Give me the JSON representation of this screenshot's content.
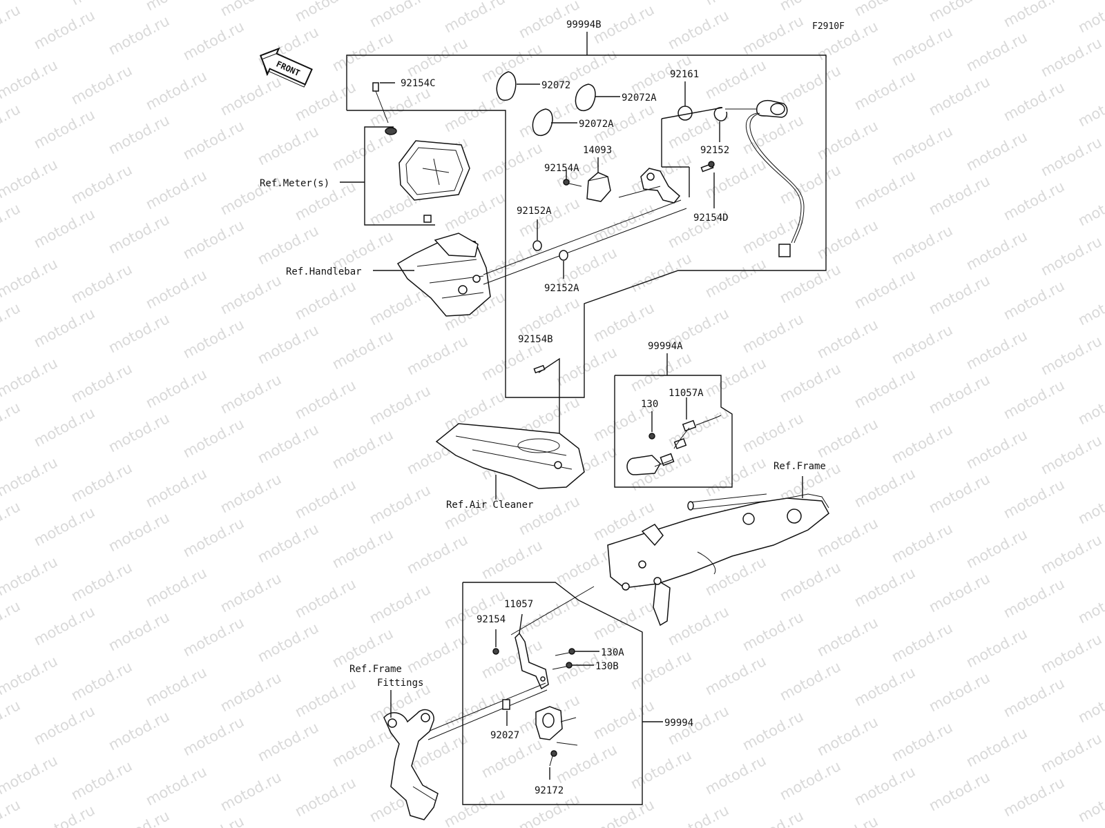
{
  "figure_code": "F2910F",
  "front_label": "FRONT",
  "watermark": "motod.ru",
  "groups": {
    "top": "99994B",
    "middle": "99994A",
    "bottom": "99994"
  },
  "parts": {
    "p92154C": "92154C",
    "p92072": "92072",
    "p92072A_1": "92072A",
    "p92072A_2": "92072A",
    "p92161": "92161",
    "p92152": "92152",
    "p14093": "14093",
    "p92154A": "92154A",
    "p92152A_1": "92152A",
    "p92152A_2": "92152A",
    "p92154D": "92154D",
    "p92154B": "92154B",
    "p130": "130",
    "p11057A": "11057A",
    "p11057": "11057",
    "p92154": "92154",
    "p130A": "130A",
    "p130B": "130B",
    "p92027": "92027",
    "p92172": "92172"
  },
  "refs": {
    "meter": "Ref.Meter(s)",
    "handlebar": "Ref.Handlebar",
    "air_cleaner": "Ref.Air Cleaner",
    "frame": "Ref.Frame",
    "frame_fittings_1": "Ref.Frame",
    "frame_fittings_2": "Fittings"
  }
}
